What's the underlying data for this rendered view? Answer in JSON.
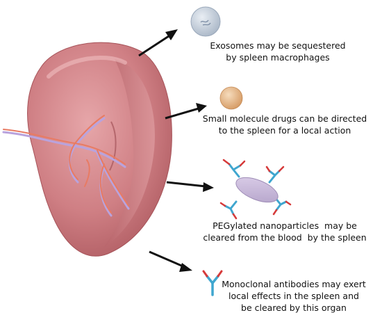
{
  "colors": {
    "spleen_base": "#c77377",
    "spleen_light": "#e2a1a4",
    "spleen_shadow": "#9c4b51",
    "artery": "#e87b63",
    "vein": "#b9a3dd",
    "arrow": "#111111",
    "exosome": "#c9d3df",
    "drug": "#e7b98a",
    "nanoparticle": "#c8b8da",
    "antibody_blue": "#3fa6cf",
    "antibody_red": "#d63a3a"
  },
  "items": [
    {
      "icon": "exosome-icon",
      "lines": [
        "Exosomes may be sequestered",
        "by spleen macrophages"
      ]
    },
    {
      "icon": "small-molecule-drug-icon",
      "lines": [
        "Small molecule drugs can be directed",
        "to the spleen for a local action"
      ]
    },
    {
      "icon": "pegylated-nanoparticle-icon",
      "lines": [
        "PEGylated nanoparticles  may be",
        "cleared from the blood  by the spleen"
      ]
    },
    {
      "icon": "antibody-icon",
      "lines": [
        "Monoclonal antibodies may exert",
        "local effects in the spleen and",
        "be cleared by this organ"
      ]
    }
  ]
}
